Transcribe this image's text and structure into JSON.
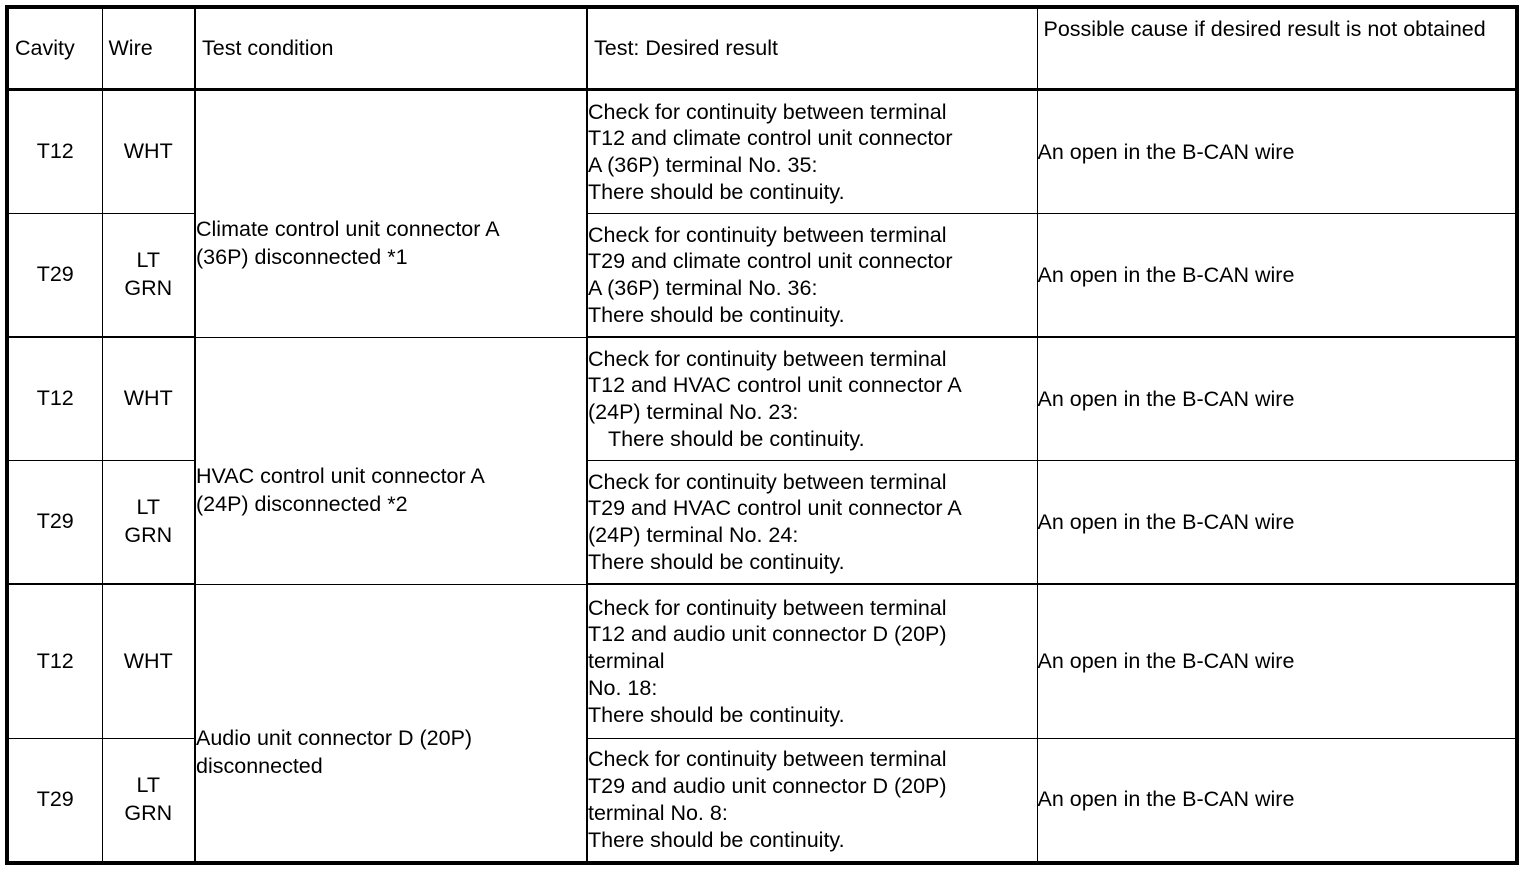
{
  "table": {
    "headers": {
      "cavity": "Cavity",
      "wire": "Wire",
      "test_condition": "Test condition",
      "test_desired_result": "Test: Desired result",
      "possible_cause": "Possible cause if desired result is not obtained"
    },
    "groups": [
      {
        "condition_line1": "Climate control unit connector A",
        "condition_line2": "(36P) disconnected *1",
        "rows": [
          {
            "cavity": "T12",
            "wire_line1": "WHT",
            "wire_line2": "",
            "test_lines": [
              "Check for continuity between terminal",
              "T12 and climate control unit connector",
              "A (36P) terminal No. 35:",
              "There should be continuity."
            ],
            "test_indent_lines": [
              false,
              false,
              false,
              false
            ],
            "cause": "An open in the B-CAN wire"
          },
          {
            "cavity": "T29",
            "wire_line1": "LT",
            "wire_line2": "GRN",
            "test_lines": [
              "Check for continuity between terminal",
              "T29 and climate control unit connector",
              "A (36P) terminal No. 36:",
              "There should be continuity."
            ],
            "test_indent_lines": [
              false,
              false,
              false,
              false
            ],
            "cause": "An open in the B-CAN wire"
          }
        ]
      },
      {
        "condition_line1": "HVAC control unit connector A",
        "condition_line2": "(24P) disconnected *2",
        "rows": [
          {
            "cavity": "T12",
            "wire_line1": "WHT",
            "wire_line2": "",
            "test_lines": [
              "Check for continuity between terminal",
              "T12 and HVAC control unit connector A",
              "(24P) terminal No. 23:",
              "There should be continuity."
            ],
            "test_indent_lines": [
              false,
              false,
              false,
              true
            ],
            "cause": "An open in the B-CAN wire"
          },
          {
            "cavity": "T29",
            "wire_line1": "LT",
            "wire_line2": "GRN",
            "test_lines": [
              "Check for continuity between terminal",
              "T29 and HVAC control unit connector A",
              "(24P) terminal No. 24:",
              "There should be continuity."
            ],
            "test_indent_lines": [
              false,
              false,
              false,
              false
            ],
            "cause": "An open in the B-CAN wire"
          }
        ]
      },
      {
        "condition_line1": "Audio unit connector D (20P)",
        "condition_line2": "disconnected",
        "rows": [
          {
            "cavity": "T12",
            "wire_line1": "WHT",
            "wire_line2": "",
            "test_lines": [
              "Check for continuity between terminal",
              "T12 and audio unit connector D (20P)",
              "terminal",
              "No. 18:",
              "There should be continuity."
            ],
            "test_indent_lines": [
              false,
              false,
              false,
              false,
              false
            ],
            "cause": "An open in the B-CAN wire"
          },
          {
            "cavity": "T29",
            "wire_line1": "LT",
            "wire_line2": "GRN",
            "test_lines": [
              "Check for continuity between terminal",
              "T29 and audio unit connector D (20P)",
              "terminal No. 8:",
              "There should be continuity."
            ],
            "test_indent_lines": [
              false,
              false,
              false,
              false
            ],
            "cause": "An open in the B-CAN wire"
          }
        ]
      }
    ]
  },
  "colors": {
    "ink": "#000000",
    "paper": "#ffffff"
  }
}
